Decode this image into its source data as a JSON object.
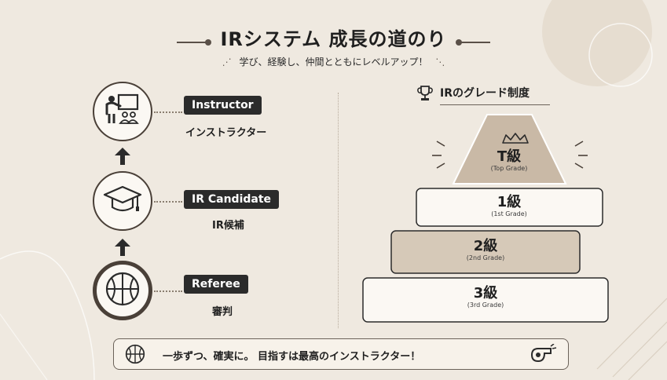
{
  "header": {
    "title": "IRシステム 成長の道のり",
    "subtitle": "学び、経験し、仲間とともにレベルアップ！"
  },
  "path": {
    "steps": [
      {
        "label": "Instructor",
        "sublabel": "インストラクター",
        "icon": "teacher-board-icon"
      },
      {
        "label": "IR Candidate",
        "sublabel": "IR候補",
        "icon": "graduation-cap-icon"
      },
      {
        "label": "Referee",
        "sublabel": "審判",
        "icon": "basketball-icon"
      }
    ]
  },
  "grades": {
    "heading": "IRのグレード制度",
    "heading_icon": "trophy-icon",
    "tiers": [
      {
        "name": "T級",
        "sub": "(Top Grade)",
        "fill": "#c9b9a6"
      },
      {
        "name": "1級",
        "sub": "(1st Grade)",
        "fill": "#fbf8f3"
      },
      {
        "name": "2級",
        "sub": "(2nd Grade)",
        "fill": "#d6c9b8"
      },
      {
        "name": "3級",
        "sub": "(3rd Grade)",
        "fill": "#fbf8f3"
      }
    ]
  },
  "banner": {
    "text": "一歩ずつ、確実に。 目指すは最高のインストラクター！",
    "left_icon": "basketball-icon",
    "right_icon": "whistle-icon"
  },
  "colors": {
    "background": "#efe9e0",
    "ink": "#2b2b2b",
    "accent": "#4a4038"
  }
}
